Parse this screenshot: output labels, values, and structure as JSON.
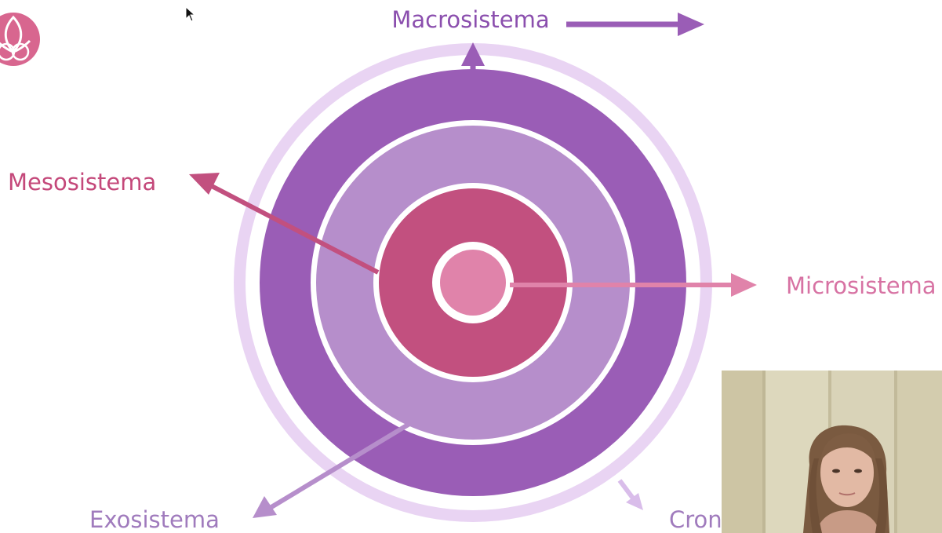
{
  "colors": {
    "outer_ring": "#e9d4f3",
    "macro": "#9a5db6",
    "exo": "#b68ecb",
    "meso": "#c2507f",
    "micro": "#e083aa",
    "macro_text": "#8b4fae",
    "meso_text": "#c4487a",
    "micro_text": "#d772a3",
    "exo_text": "#a07bbd",
    "crono_text": "#a07bbd"
  },
  "labels": {
    "macro": "Macrosistema",
    "meso": "Mesosistema",
    "micro": "Microsistema",
    "exo": "Exosistema",
    "crono": "Cron"
  },
  "icons": {
    "logo": "lotus-logo-icon",
    "cursor": "mouse-cursor-icon"
  }
}
